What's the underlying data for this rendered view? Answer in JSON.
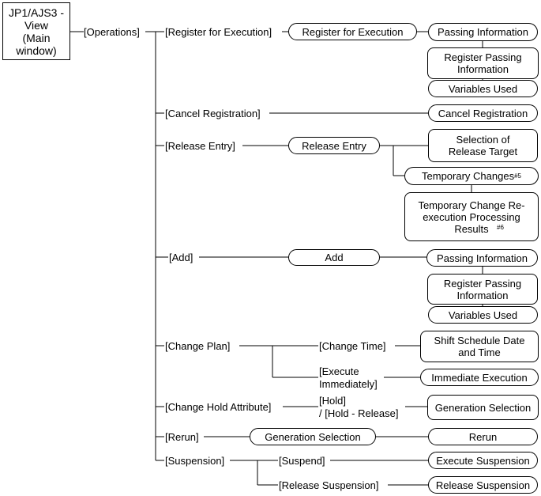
{
  "root": "JP1/AJS3 -\nView\n(Main\nwindow)",
  "operations": "[Operations]",
  "menu": {
    "register_for_execution": "[Register for Execution]",
    "cancel_registration": "[Cancel Registration]",
    "release_entry": "[Release Entry]",
    "add": "[Add]",
    "change_plan": "[Change Plan]",
    "change_hold_attribute": "[Change Hold Attribute]",
    "rerun": "[Rerun]",
    "suspension": "[Suspension]"
  },
  "sub": {
    "change_time": "[Change Time]",
    "execute_immediately": "[Execute\nImmediately]",
    "hold": "[Hold]\n/ [Hold - Release]",
    "suspend": "[Suspend]",
    "release_suspension": "[Release Suspension]"
  },
  "dialogs": {
    "register_for_execution": "Register for Execution",
    "release_entry": "Release Entry",
    "add": "Add",
    "generation_selection": "Generation Selection"
  },
  "results": {
    "passing_information": "Passing Information",
    "register_passing_information": "Register Passing\nInformation",
    "variables_used": "Variables Used",
    "cancel_registration": "Cancel Registration",
    "selection_of_release_target": "Selection of\nRelease Target",
    "temporary_changes": "Temporary Changes",
    "temporary_changes_note": "#5",
    "temporary_change_reexec": "Temporary Change Re-\nexecution Processing\nResults",
    "temporary_change_reexec_note": "#6",
    "add_passing_information": "Passing Information",
    "add_register_passing_information": "Register Passing\nInformation",
    "add_variables_used": "Variables Used",
    "shift_schedule": "Shift Schedule Date\nand Time",
    "immediate_execution": "Immediate Execution",
    "hold_generation_selection": "Generation Selection",
    "rerun": "Rerun",
    "execute_suspension": "Execute Suspension",
    "release_suspension": "Release Suspension"
  }
}
